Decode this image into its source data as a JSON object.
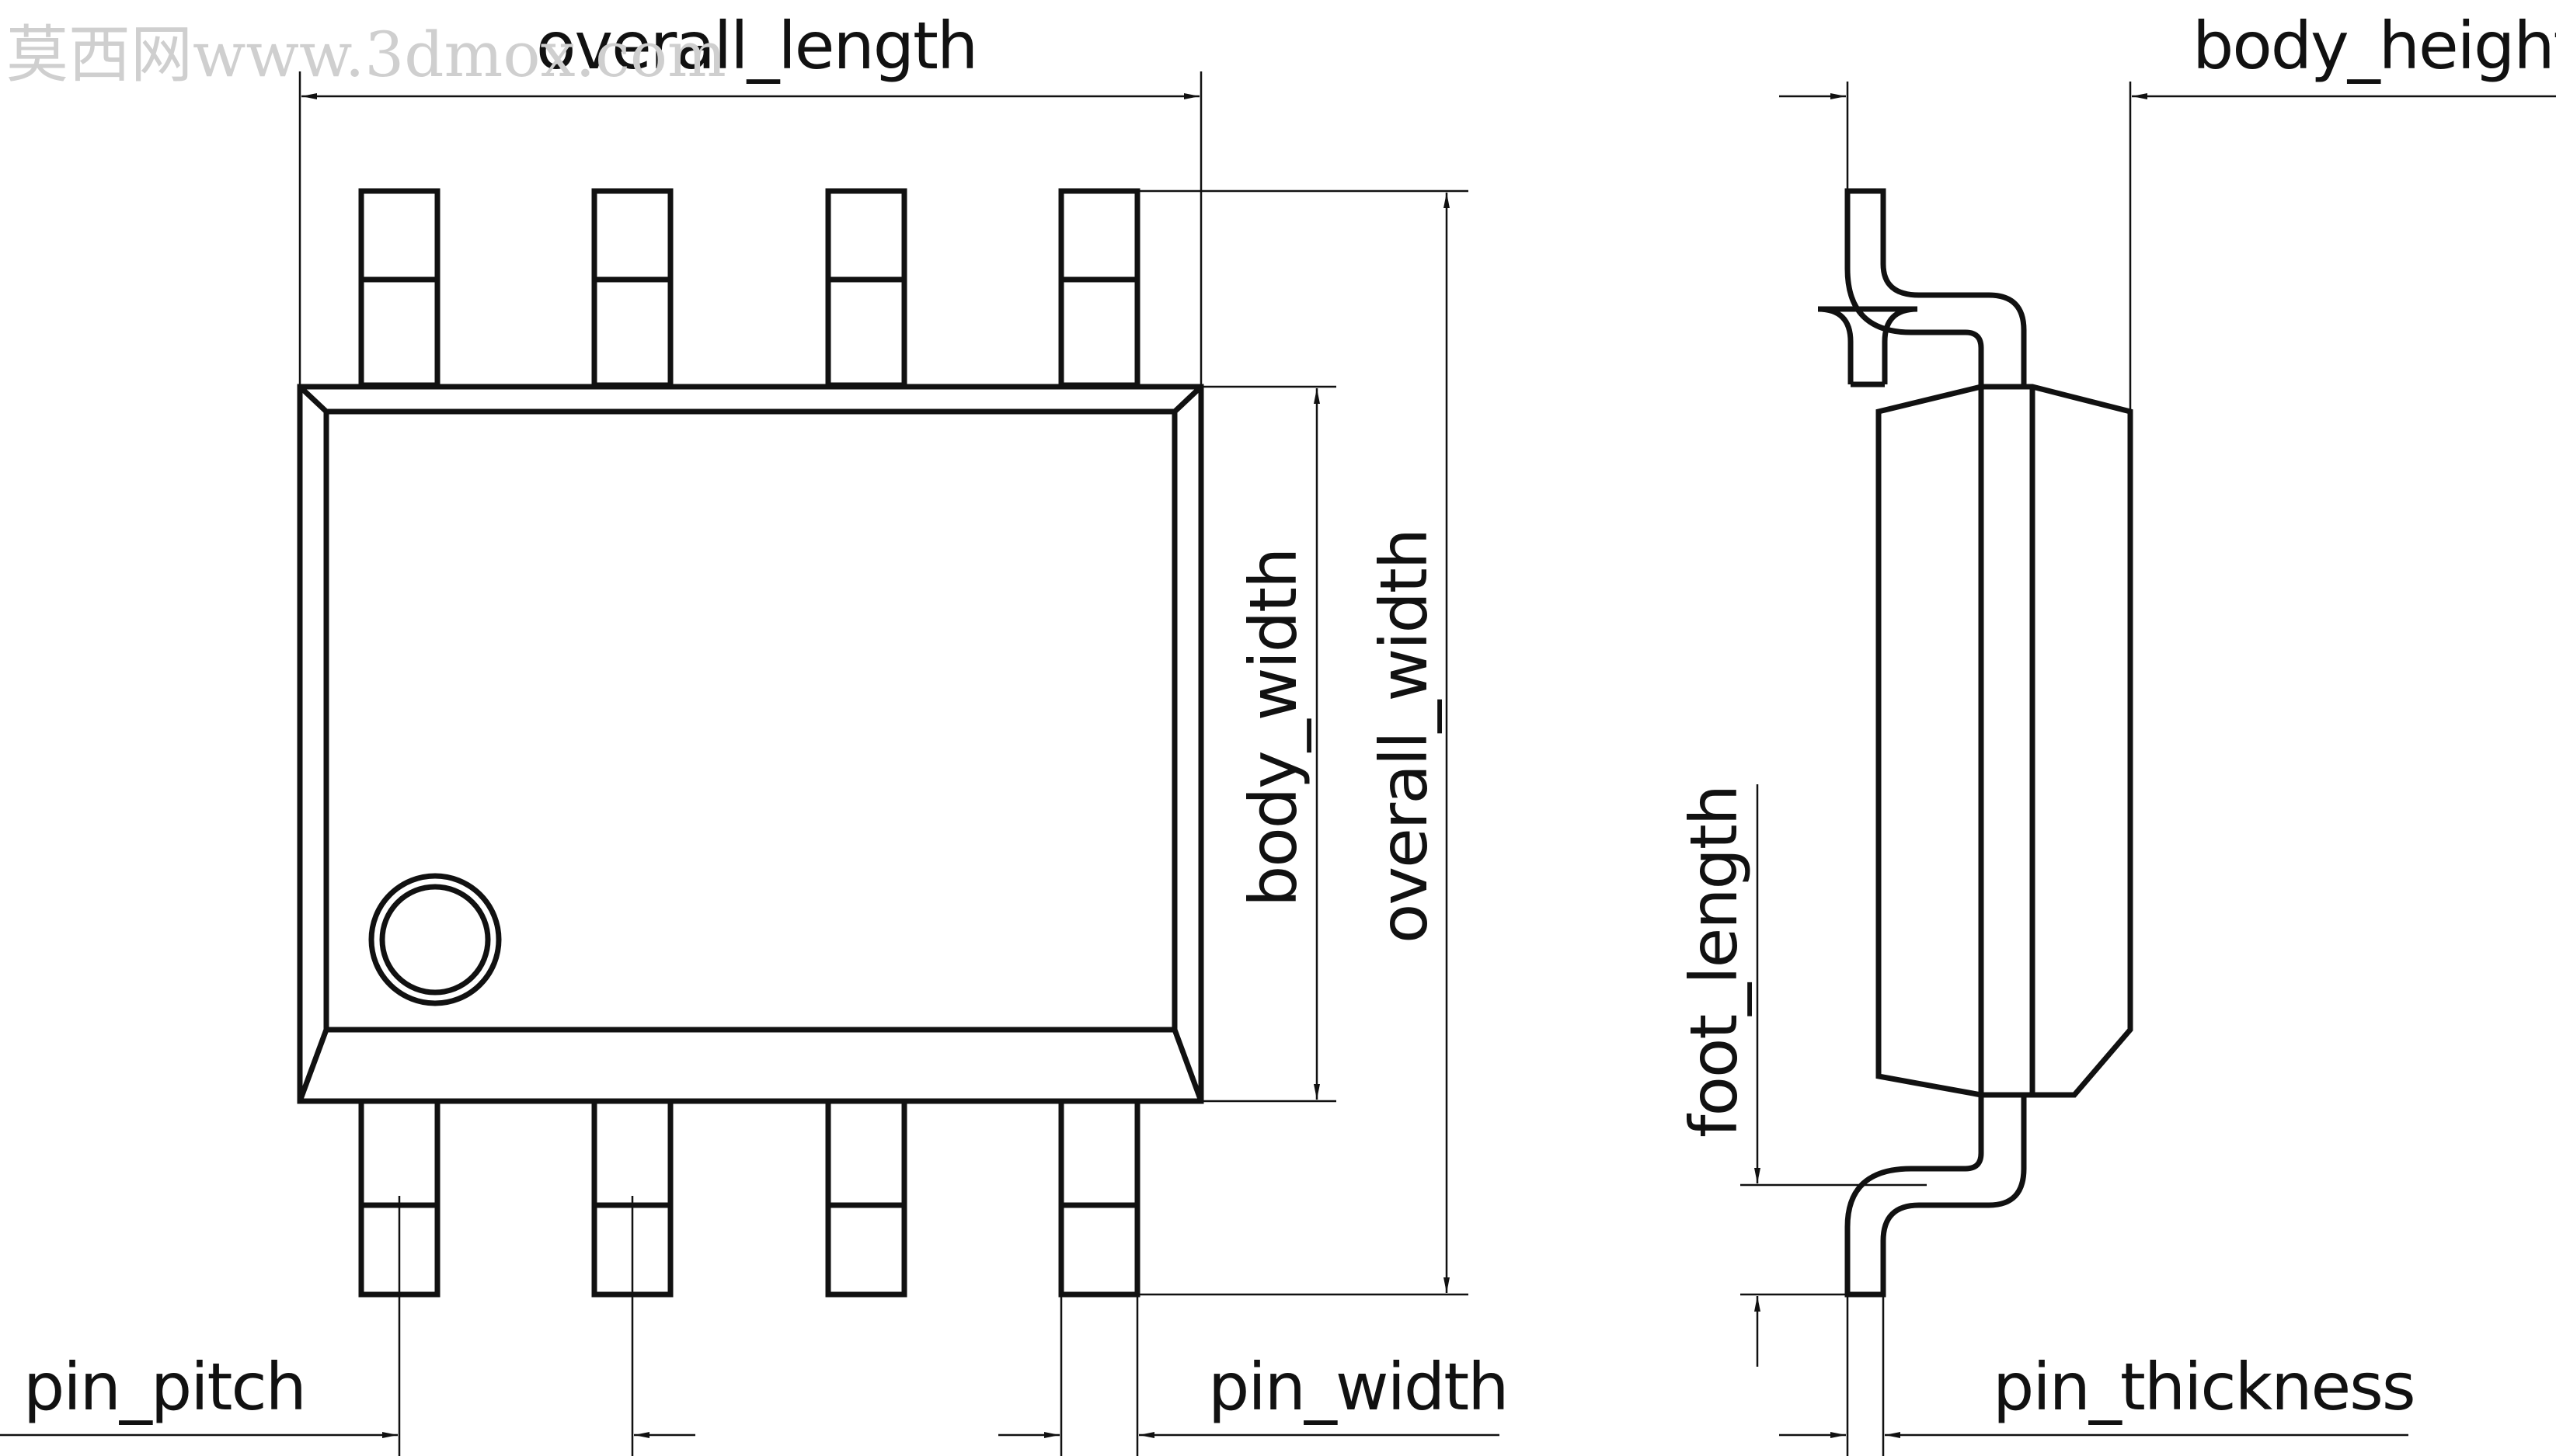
{
  "watermark": {
    "text": "莫西网www.3dmox.com"
  },
  "labels": {
    "overall_length": "overall_length",
    "body_height": "body_height",
    "body_width": "body_width",
    "overall_width": "overall_width",
    "foot_length": "foot_length",
    "pin_pitch": "pin_pitch",
    "pin_width": "pin_width",
    "pin_thickness": "pin_thickness"
  },
  "colors": {
    "line": "#111111",
    "watermark": "#cfcfcf",
    "background": "#ffffff"
  },
  "package": {
    "pins_per_side": 4,
    "pin1_marker": "circle"
  }
}
